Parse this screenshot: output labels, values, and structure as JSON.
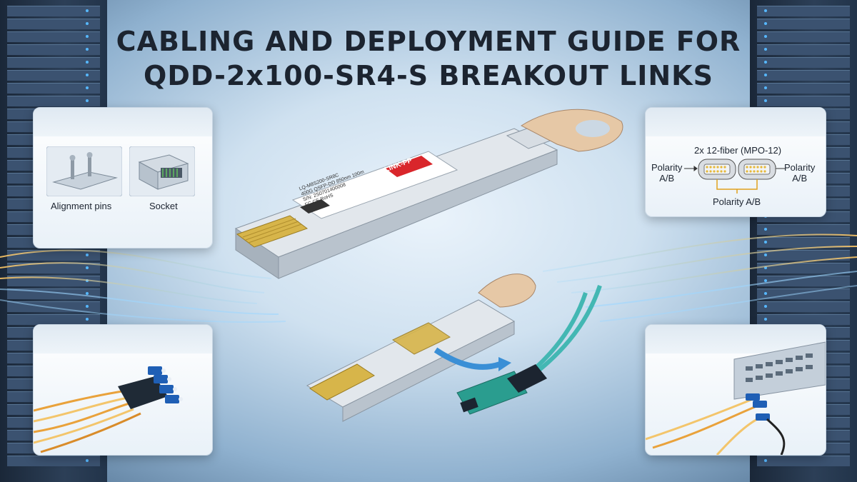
{
  "title": {
    "line1": "CABLING AND DEPLOYMENT GUIDE FOR",
    "line2": "QDD-2x100-SR4-S BREAKOUT LINKS"
  },
  "top_left_panel": {
    "labels": [
      "Alignment pins",
      "Socket"
    ]
  },
  "top_right_panel": {
    "header": "2x 12-fiber (MPO-12)",
    "left_label": [
      "Polarity",
      "A/B"
    ],
    "right_label": [
      "Polarity",
      "A/B"
    ],
    "bottom_label": "Polarity A/B"
  },
  "module": {
    "brand": "LINK-PP",
    "lines": [
      "LQ-M8S200-SR8C",
      "400G QSFP-DD 850nm 100m",
      "S/N: 2S0701400008",
      "FC CE RoHS"
    ]
  },
  "colors": {
    "title": "#1c2430",
    "accent_red": "#d9262b",
    "fiber_aqua": "#43b7b3",
    "fiber_orange": "#e9a23b",
    "lc_blue": "#1f5fb5",
    "mpo_teal": "#2a9d8f"
  }
}
